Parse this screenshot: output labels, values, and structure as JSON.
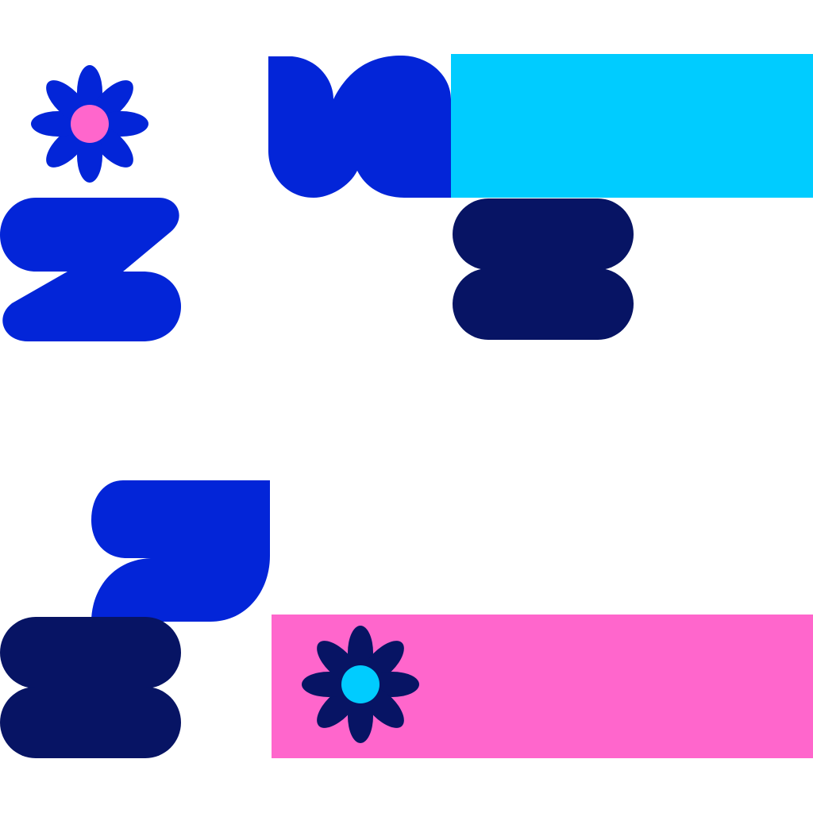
{
  "palette": {
    "background": "#FFFFFF",
    "royal_blue": "#0325D8",
    "navy": "#071464",
    "cyan": "#00CCFF",
    "pink": "#FF66CC"
  },
  "shapes": [
    {
      "name": "flower-icon-top-left",
      "kind": "flower",
      "petal_color": "royal_blue",
      "center_color": "pink"
    },
    {
      "name": "z-glyph-top-left",
      "kind": "z-shape",
      "color": "royal_blue"
    },
    {
      "name": "petal-pair-shape-top",
      "kind": "double-leaf",
      "color": "royal_blue"
    },
    {
      "name": "cyan-banner",
      "kind": "rectangle",
      "color": "cyan"
    },
    {
      "name": "double-pill-shape-right",
      "kind": "double-pill",
      "color": "navy"
    },
    {
      "name": "seven-glyph-bottom-left",
      "kind": "seven-shape",
      "color": "royal_blue"
    },
    {
      "name": "double-pill-shape-left",
      "kind": "double-pill",
      "color": "navy"
    },
    {
      "name": "pink-banner",
      "kind": "rectangle",
      "color": "pink"
    },
    {
      "name": "flower-icon-bottom",
      "kind": "flower",
      "petal_color": "navy",
      "center_color": "cyan"
    }
  ]
}
